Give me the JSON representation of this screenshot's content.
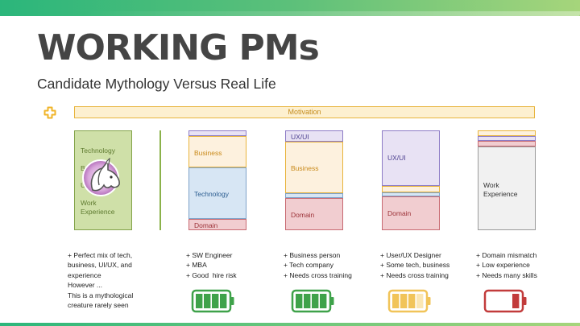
{
  "title": "WORKING PMs",
  "subtitle": "Candidate Mythology Versus Real Life",
  "motivation_label": "Motivation",
  "icons": {
    "plus": "plus-outline-icon",
    "unicorn": "unicorn-icon",
    "battery": "battery-icon"
  },
  "colors": {
    "green": "#3fa24a",
    "yellow": "#f1c459",
    "red": "#c23b3b"
  },
  "unicorn_column": {
    "labels": [
      "Technology",
      "Bu",
      "U",
      "Work",
      "Experience"
    ],
    "desc": [
      "+ Perfect mix of tech,",
      "business, UI/UX, and",
      "experience",
      "However ...",
      "This is a mythological",
      "creature rarely seen"
    ]
  },
  "columns": [
    {
      "segments": [
        {
          "label": "",
          "kind": "uxui"
        },
        {
          "label": "Business",
          "kind": "business"
        },
        {
          "label": "Technology",
          "kind": "technology"
        },
        {
          "label": "Domain",
          "kind": "domain"
        }
      ],
      "desc": [
        "+ SW Engineer",
        "+ MBA",
        "+ Good  hire risk"
      ],
      "battery": {
        "level": 4,
        "of": 4,
        "status": "green"
      }
    },
    {
      "segments": [
        {
          "label": "UX/UI",
          "kind": "uxui"
        },
        {
          "label": "Business",
          "kind": "business"
        },
        {
          "label": "",
          "kind": "technology"
        },
        {
          "label": "Domain",
          "kind": "domain"
        }
      ],
      "desc": [
        "+ Business person",
        "+ Tech company",
        "+ Needs cross training"
      ],
      "battery": {
        "level": 4,
        "of": 4,
        "status": "green"
      }
    },
    {
      "segments": [
        {
          "label": "UX/UI",
          "kind": "uxui"
        },
        {
          "label": "",
          "kind": "business"
        },
        {
          "label": "",
          "kind": "technology"
        },
        {
          "label": "Domain",
          "kind": "domain"
        }
      ],
      "desc": [
        "+ User/UX Designer",
        "+ Some tech, business",
        "+ Needs cross training"
      ],
      "battery": {
        "level": 3,
        "of": 4,
        "status": "yellow"
      }
    },
    {
      "segments": [
        {
          "label": "",
          "kind": "business"
        },
        {
          "label": "",
          "kind": "uxui"
        },
        {
          "label": "",
          "kind": "domain"
        },
        {
          "label": "Work Experience",
          "kind": "experience"
        }
      ],
      "desc": [
        "+ Domain mismatch",
        "+ Low experience",
        "+ Needs many skills"
      ],
      "battery": {
        "level": 1,
        "of": 4,
        "status": "red"
      }
    }
  ]
}
